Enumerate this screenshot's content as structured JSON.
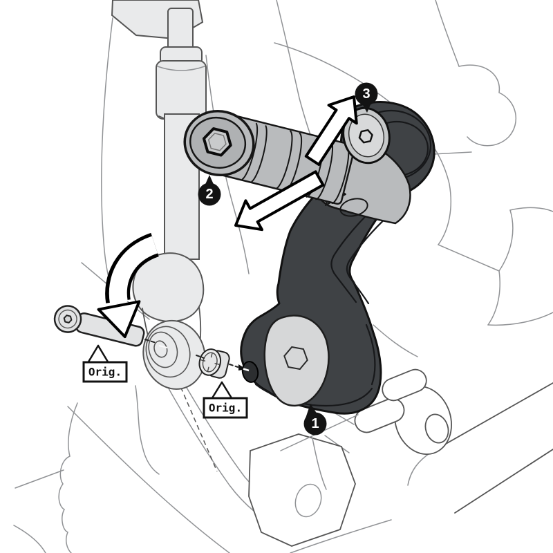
{
  "diagram": {
    "labels": {
      "orig_1": "Orig.",
      "orig_2": "Orig."
    },
    "callouts": [
      {
        "number": "1"
      },
      {
        "number": "2"
      },
      {
        "number": "3"
      }
    ],
    "colors": {
      "canvas_bg": "#FFFFFF",
      "lever_fill": "#3F4245",
      "lever_outline": "#111111",
      "metal_mid": "#B9BBBD",
      "metal_light": "#E9EAEB",
      "metal_pale": "#D6D7D8",
      "line_art": "#909295",
      "line_dark": "#555555",
      "badge_bg": "#131313",
      "badge_text": "#FFFFFF",
      "arrow_fill": "#FFFFFF",
      "arrow_outline": "#000000",
      "label_bg": "#FFFFFF",
      "label_border": "#111111",
      "label_text": "#111111",
      "hole_dark": "#2C2E30"
    }
  }
}
